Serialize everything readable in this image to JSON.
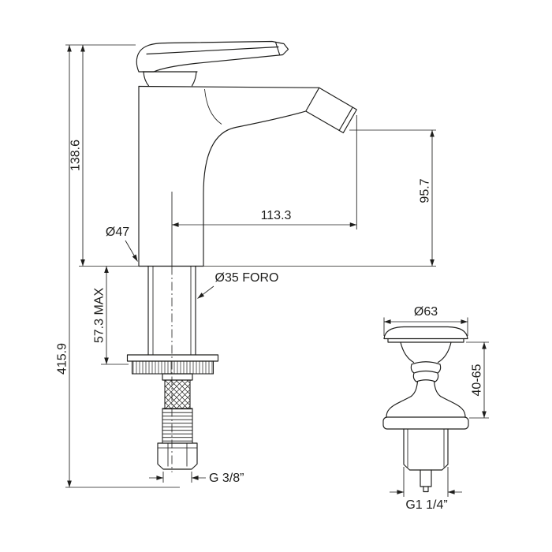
{
  "drawing": {
    "background": "#ffffff",
    "line_color": "#1d1d1b"
  },
  "faucet": {
    "dim_total_height": "415.9",
    "dim_body_height": "138.6",
    "dim_deck_thickness_max": "57.3 MAX",
    "dim_spout_outlet_height": "95.7",
    "dim_spout_reach": "113.3",
    "dim_body_diameter": "Ø47",
    "dim_mounting_hole": "Ø35 FORO",
    "dim_supply_thread": "G 3/8”"
  },
  "waste": {
    "dim_cap_diameter": "Ø63",
    "dim_mounting_range": "40-65",
    "dim_thread": "G1 1/4”"
  }
}
